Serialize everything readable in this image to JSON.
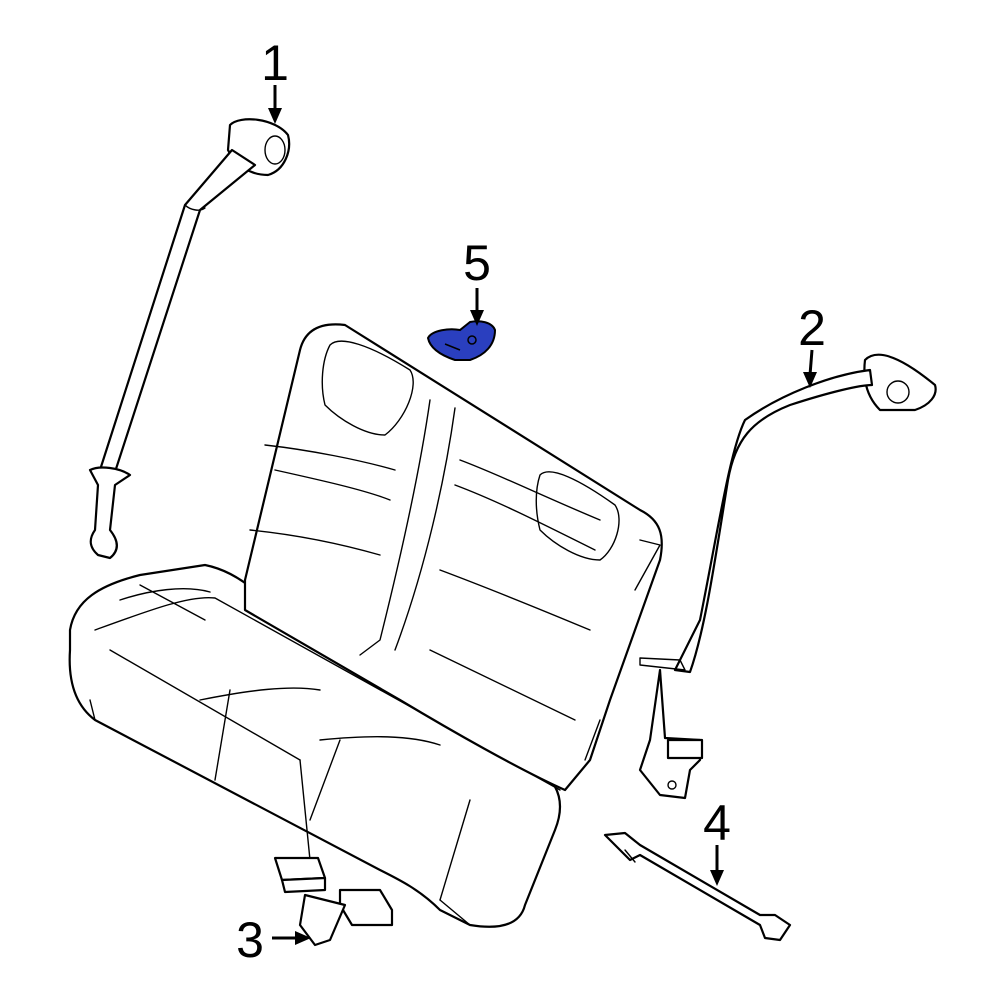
{
  "callouts": [
    {
      "id": "1",
      "label": "1"
    },
    {
      "id": "2",
      "label": "2"
    },
    {
      "id": "3",
      "label": "3"
    },
    {
      "id": "4",
      "label": "4"
    },
    {
      "id": "5",
      "label": "5"
    }
  ],
  "colors": {
    "line": "#000000",
    "background": "#ffffff",
    "highlight": "#2a3fbf"
  }
}
